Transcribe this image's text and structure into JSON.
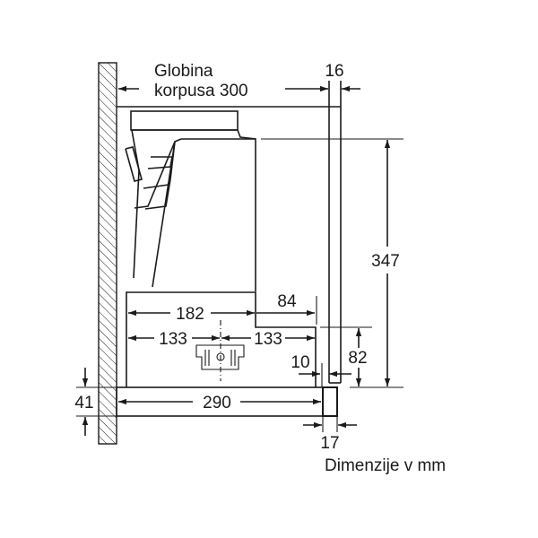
{
  "title_line1": "Globina",
  "title_line2": "korpusa 300",
  "dimensions": {
    "front_thickness": "16",
    "height": "347",
    "width_182": "182",
    "depth_84": "84",
    "half_left": "133",
    "half_right": "133",
    "offset_10": "10",
    "height_82": "82",
    "panel_41": "41",
    "depth_290": "290",
    "front_17": "17"
  },
  "units_note": "Dimenzije v mm"
}
